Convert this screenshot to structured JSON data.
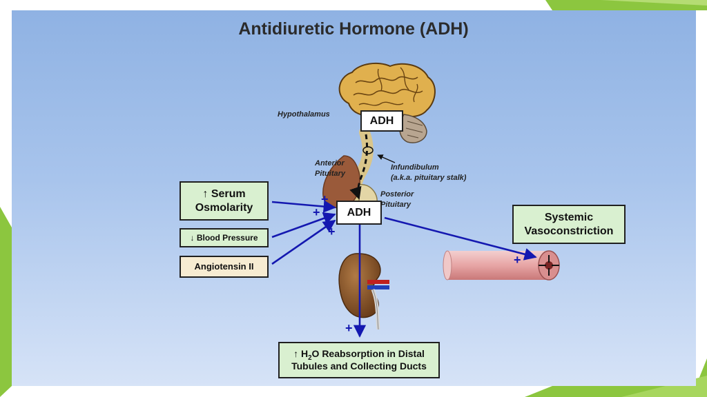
{
  "title": "Antidiuretic Hormone (ADH)",
  "labels": {
    "hypothalamus": "Hypothalamus",
    "anterior_pituitary": [
      "Anterior",
      "Pituitary"
    ],
    "infundibulum": [
      "Infundibulum",
      "(a.k.a. pituitary stalk)"
    ],
    "posterior_pituitary": [
      "Posterior",
      "Pituitary"
    ]
  },
  "boxes": {
    "adh_hypothalamus": "ADH",
    "adh_main": "ADH",
    "serum_osmolarity": [
      "↑ Serum",
      "Osmolarity"
    ],
    "blood_pressure": "↓ Blood Pressure",
    "angiotensin": "Angiotensin II",
    "vasoconstriction": [
      "Systemic",
      "Vasoconstriction"
    ],
    "reabsorption": {
      "line1_arrow": "↑ H",
      "line1_sub": "2",
      "line1_rest": "O Reabsorption in Distal",
      "line2": "Tubules and Collecting Ducts"
    }
  },
  "signs": {
    "plus": "+"
  },
  "colors": {
    "arrow": "#1418b0",
    "green_box": "#d9f0d0",
    "tan_box": "#f7ecd2",
    "slide_accent": "#8cc63f"
  }
}
